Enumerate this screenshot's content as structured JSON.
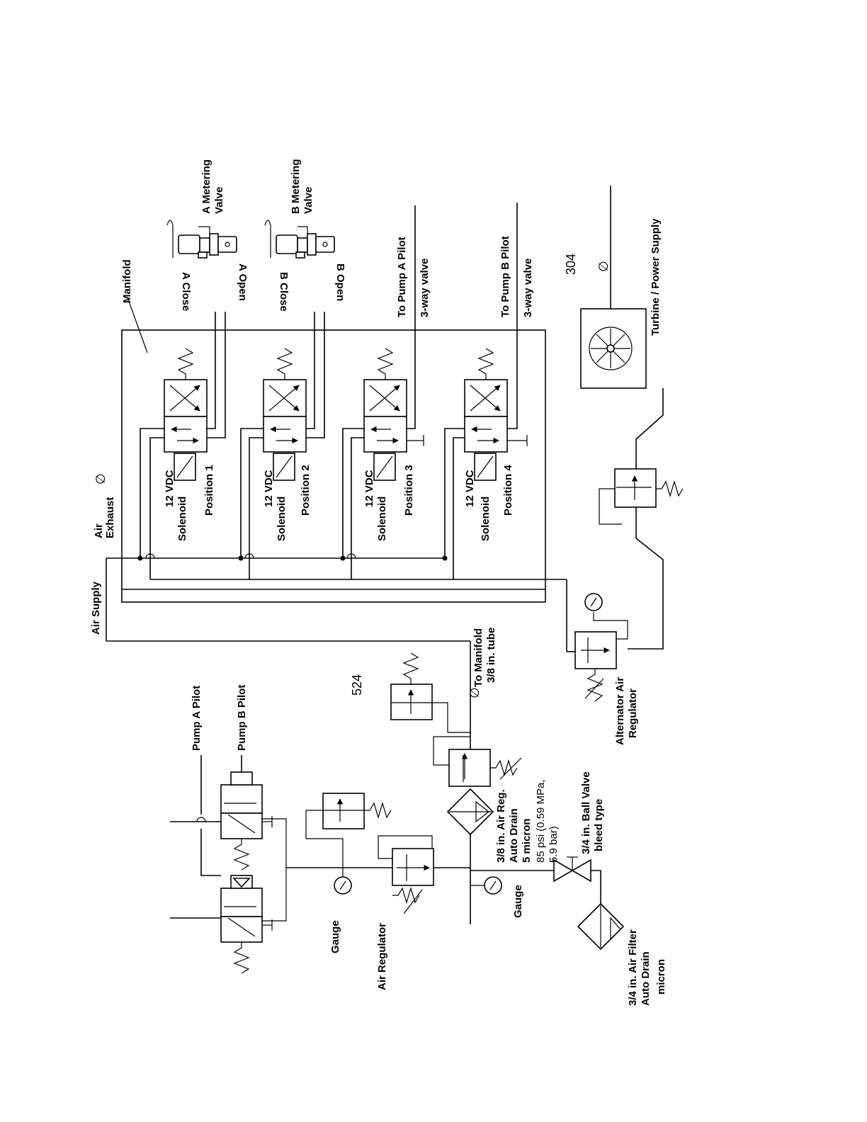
{
  "labels": {
    "a_metering_1": "A Metering",
    "a_metering_2": "Valve",
    "b_metering_1": "B Metering",
    "b_metering_2": "Valve",
    "a_close": "A Close",
    "a_open": "A Open",
    "b_close": "B Close",
    "b_open": "B Open",
    "manifold": "Manifold",
    "to_pump_a": "To Pump A Pilot",
    "to_pump_b": "To Pump B Pilot",
    "three_way_1": "3-way valve",
    "three_way_2": "3-way valve",
    "ref_304": "304",
    "turbine": "Turbine / Power Supply",
    "air_exhaust_1": "Air",
    "air_exhaust_2": "Exhaust",
    "air_supply": "Air Supply",
    "vdc_1": "12 VDC",
    "vdc_2": "12 VDC",
    "vdc_3": "12 VDC",
    "vdc_4": "12 VDC",
    "solenoid_1": "Solenoid",
    "solenoid_2": "Solenoid",
    "solenoid_3": "Solenoid",
    "solenoid_4": "Solenoid",
    "position_1": "Position 1",
    "position_2": "Position 2",
    "position_3": "Position 3",
    "position_4": "Position 4",
    "pump_a_pilot": "Pump A Pilot",
    "pump_b_pilot": "Pump B Pilot",
    "ref_524": "524",
    "to_manifold_1": "To Manifold",
    "to_manifold_2": "3/8 in. tube",
    "alt_reg_1": "Alternator Air",
    "alt_reg_2": "Regulator",
    "air_reg_spec_1": "3/8 in. Air Reg.",
    "air_reg_spec_2": "Auto Drain",
    "air_reg_spec_3": "5 micron",
    "air_reg_spec_4": "85 psi (0.59 MPa,",
    "air_reg_spec_5": "5.9 bar)",
    "ball_valve_1": "3/4 in. Ball Valve",
    "ball_valve_2": "bleed type",
    "gauge_1": "Gauge",
    "gauge_2": "Gauge",
    "air_regulator": "Air Regulator",
    "air_filter_1": "3/4 in. Air Filter",
    "air_filter_2": "Auto Drain",
    "air_filter_3": "micron",
    "diameter_symbol": "∅"
  },
  "icons": [
    "metering-valve-icon",
    "solenoid-valve-icon",
    "turbine-icon",
    "gauge-icon",
    "regulator-icon",
    "filter-icon",
    "ball-valve-icon",
    "spring-icon"
  ]
}
